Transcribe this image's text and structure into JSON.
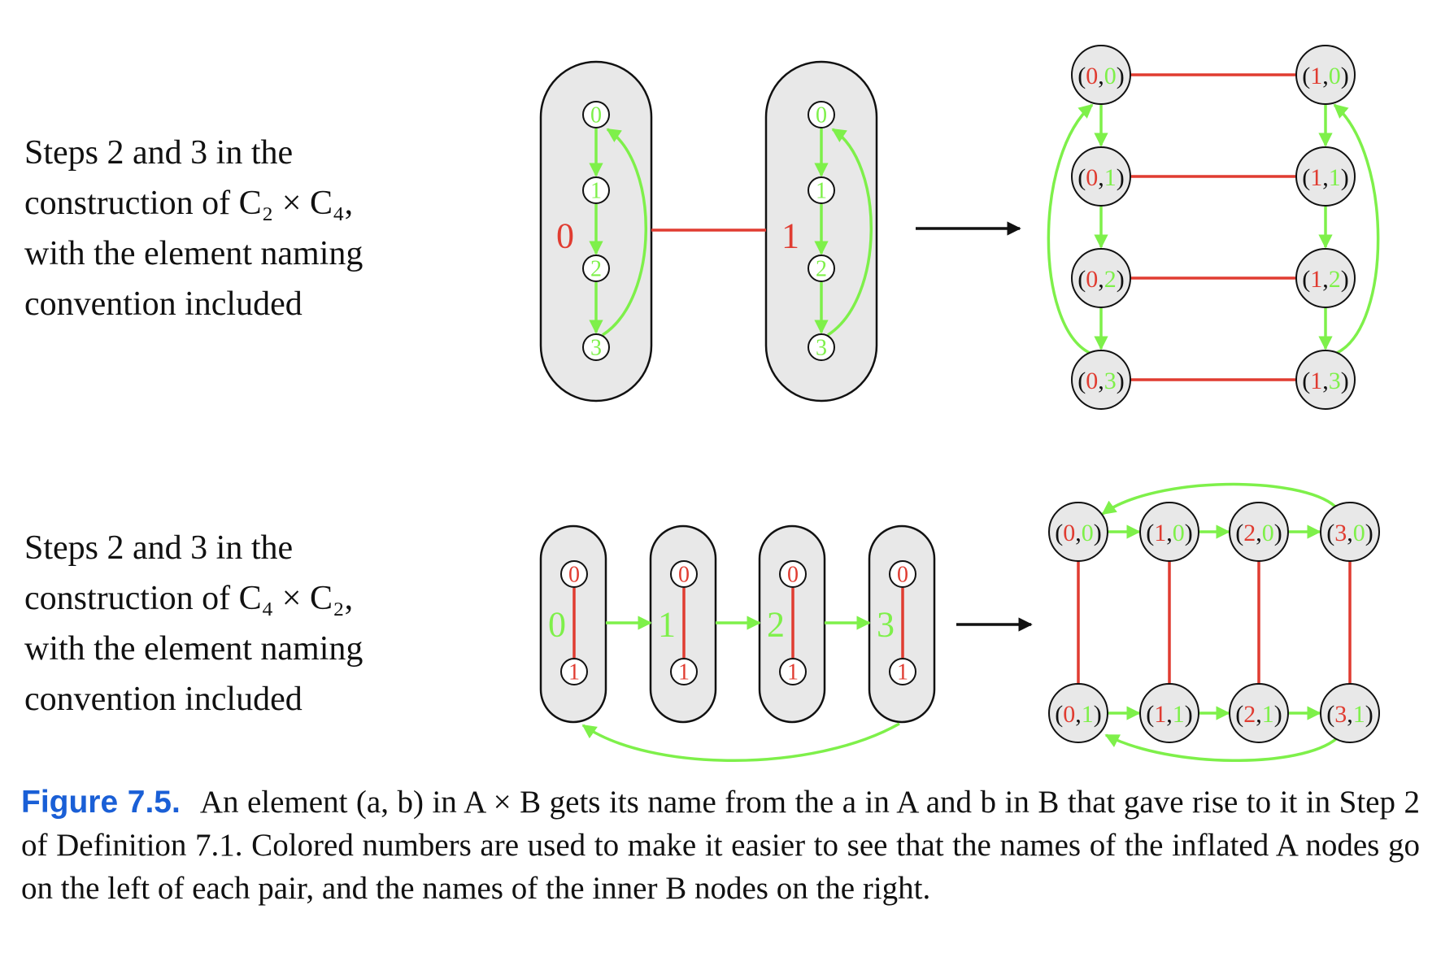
{
  "colors": {
    "red": "#e03c31",
    "green": "#7ef04a",
    "grey_fill": "#e8e8e8",
    "outline": "#111111",
    "caption_blue": "#1a5fd6"
  },
  "top_panel": {
    "description": [
      "Steps 2 and 3 in the",
      "construction of C₂ × C₄,",
      "with the element naming",
      "convention included"
    ],
    "groups": [
      {
        "label": "0",
        "inner": [
          "0",
          "1",
          "2",
          "3"
        ]
      },
      {
        "label": "1",
        "inner": [
          "0",
          "1",
          "2",
          "3"
        ]
      }
    ],
    "result_nodes": [
      {
        "a": "0",
        "b": "0"
      },
      {
        "a": "0",
        "b": "1"
      },
      {
        "a": "0",
        "b": "2"
      },
      {
        "a": "0",
        "b": "3"
      },
      {
        "a": "1",
        "b": "0"
      },
      {
        "a": "1",
        "b": "1"
      },
      {
        "a": "1",
        "b": "2"
      },
      {
        "a": "1",
        "b": "3"
      }
    ]
  },
  "bottom_panel": {
    "description": [
      "Steps 2 and 3 in the",
      "construction of C₄ × C₂,",
      "with the element naming",
      "convention included"
    ],
    "groups": [
      {
        "label": "0",
        "inner": [
          "0",
          "1"
        ]
      },
      {
        "label": "1",
        "inner": [
          "0",
          "1"
        ]
      },
      {
        "label": "2",
        "inner": [
          "0",
          "1"
        ]
      },
      {
        "label": "3",
        "inner": [
          "0",
          "1"
        ]
      }
    ],
    "result_nodes": [
      {
        "a": "0",
        "b": "0"
      },
      {
        "a": "1",
        "b": "0"
      },
      {
        "a": "2",
        "b": "0"
      },
      {
        "a": "3",
        "b": "0"
      },
      {
        "a": "0",
        "b": "1"
      },
      {
        "a": "1",
        "b": "1"
      },
      {
        "a": "2",
        "b": "1"
      },
      {
        "a": "3",
        "b": "1"
      }
    ]
  },
  "caption": {
    "label": "Figure 7.5.",
    "text": "An element (a, b) in A × B gets its name from the a in A and b in B that gave rise to it in Step 2 of Definition 7.1. Colored numbers are used to make it easier to see that the names of the inflated A nodes go on the left of each pair, and the names of the inner B nodes on the right."
  }
}
